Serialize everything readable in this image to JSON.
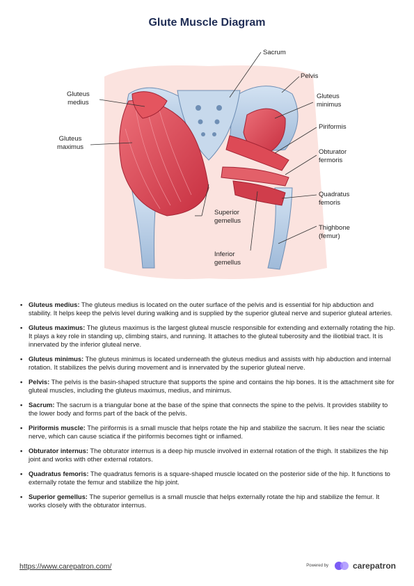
{
  "title": "Glute Muscle Diagram",
  "labels": {
    "sacrum": "Sacrum",
    "pelvis": "Pelvis",
    "gluteus_medius": "Gluteus\nmedius",
    "gluteus_minimus": "Gluteus\nminimus",
    "gluteus_maximus": "Gluteus\nmaximus",
    "piriformis": "Piriformis",
    "obturator": "Obturator\nfermoris",
    "quadratus": "Quadratus\nfemoris",
    "superior_gemellus": "Superior\ngemellus",
    "thighbone": "Thighbone\n(femur)",
    "inferior_gemellus": "Inferior\ngemellus"
  },
  "descriptions": [
    {
      "term": "Gluteus medius:",
      "text": " The gluteus medius is located on the outer surface of the pelvis and is essential for hip abduction and stability. It helps keep the pelvis level during walking and is supplied by the superior gluteal nerve and superior gluteal arteries."
    },
    {
      "term": "Gluteus maximus:",
      "text": " The gluteus maximus is the largest gluteal muscle responsible for extending and externally rotating the hip. It plays a key role in standing up, climbing stairs, and running. It attaches to the gluteal tuberosity and the iliotibial tract. It is innervated by the inferior gluteal nerve."
    },
    {
      "term": "Gluteus minimus:",
      "text": " The gluteus minimus is located underneath the gluteus medius and assists with hip abduction and internal rotation. It stabilizes the pelvis during movement and is innervated by the superior gluteal nerve."
    },
    {
      "term": "Pelvis:",
      "text": " The pelvis is the basin-shaped structure that supports the spine and contains the hip bones. It is the attachment site for gluteal muscles, including the gluteus maximus, medius, and minimus."
    },
    {
      "term": "Sacrum:",
      "text": " The sacrum is a triangular bone at the base of the spine that connects the spine to the pelvis. It provides stability to the lower body and forms part of the back of the pelvis."
    },
    {
      "term": "Piriformis muscle:",
      "text": " The piriformis is a small muscle that helps rotate the hip and stabilize the sacrum. It lies near the sciatic nerve, which can cause sciatica if the piriformis becomes tight or inflamed."
    },
    {
      "term": "Obturator internus:",
      "text": " The obturator internus is a deep hip muscle involved in external rotation of the thigh. It stabilizes the hip joint and works with other external rotators."
    },
    {
      "term": "Quadratus femoris:",
      "text": " The quadratus femoris is a square-shaped muscle located on the posterior side of the hip. It functions to externally rotate the femur and stabilize the hip joint."
    },
    {
      "term": "Superior gemellus:",
      "text": " The superior gemellus is a small muscle that helps externally rotate the hip and stabilize the femur. It works closely with the obturator internus."
    }
  ],
  "bullet": "•",
  "footer": {
    "url": "https://www.carepatron.com/",
    "powered_by": "Powered by",
    "brand": "carepatron"
  },
  "colors": {
    "title": "#1f2d55",
    "muscle": "#d9414f",
    "bone": "#b5cde6",
    "skin": "#f9dcd8",
    "brand": "#7b5cf5"
  }
}
